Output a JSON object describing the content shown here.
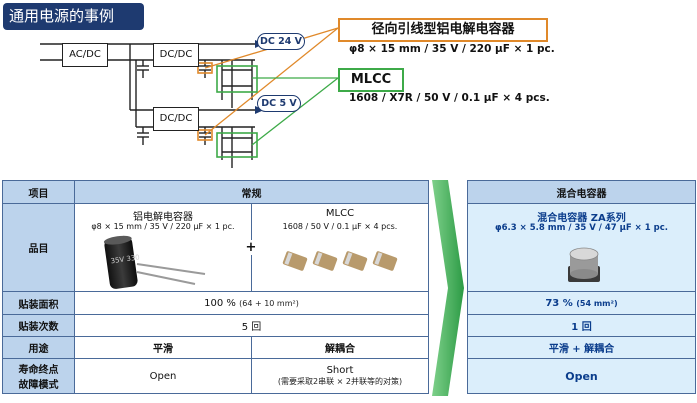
{
  "page_title": "通用电源的事例",
  "circuit": {
    "acdc": "AC/DC",
    "dcdc1": "DC/DC",
    "dcdc2": "DC/DC",
    "rail1": "DC 24 V",
    "rail2": "DC 5 V"
  },
  "callouts": {
    "electrolytic": {
      "title": "径向引线型铝电解电容器",
      "spec": "φ8 × 15 mm / 35 V / 220 μF × 1 pc.",
      "color": "#e0892a"
    },
    "mlcc": {
      "title": "MLCC",
      "spec": "1608 / X7R / 50 V / 0.1 μF × 4 pcs.",
      "color": "#3daa48"
    }
  },
  "table": {
    "headers": {
      "item": "项目",
      "conventional": "常规",
      "hybrid": "混合电容器"
    },
    "product": {
      "label": "品目",
      "electrolytic_name": "铝电解电容器",
      "electrolytic_spec": "φ8 × 15 mm / 35 V / 220 μF × 1 pc.",
      "plus": "+",
      "mlcc_name": "MLCC",
      "mlcc_spec": "1608 / 50 V / 0.1 μF × 4 pcs.",
      "hybrid_name": "混合电容器 ZA系列",
      "hybrid_spec": "φ6.3 × 5.8 mm / 35 V / 47 μF × 1 pc.",
      "cap_marking": "35V 330"
    },
    "area": {
      "label": "贴装面积",
      "conventional": "100 %",
      "conventional_sub": "(64 + 10 mm²)",
      "hybrid": "73 %",
      "hybrid_sub": "(54 mm²)"
    },
    "count": {
      "label": "贴装次数",
      "conventional": "5 回",
      "hybrid": "1 回"
    },
    "usage": {
      "label": "用途",
      "electrolytic": "平滑",
      "mlcc": "解耦合",
      "hybrid": "平滑 + 解耦合"
    },
    "failure": {
      "label1": "寿命终点",
      "label2": "故障模式",
      "electrolytic": "Open",
      "mlcc": "Short",
      "mlcc_note": "(需要采取2串联 × 2并联等的对策)",
      "hybrid": "Open"
    }
  }
}
